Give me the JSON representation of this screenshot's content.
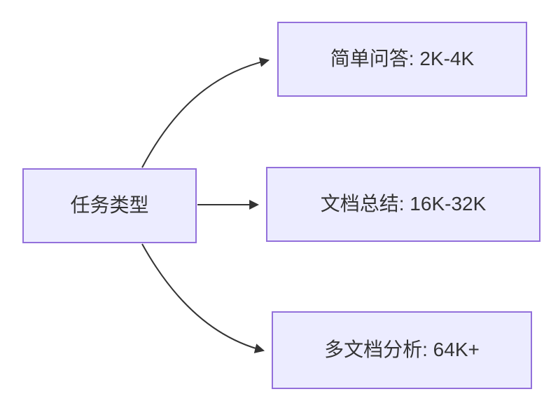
{
  "diagram": {
    "type": "flowchart",
    "direction": "left-to-right",
    "root_node": {
      "id": "task-type",
      "label": "任务类型"
    },
    "leaf_nodes": [
      {
        "id": "simple-qa",
        "label": "简单问答: 2K-4K"
      },
      {
        "id": "doc-summary",
        "label": "文档总结: 16K-32K"
      },
      {
        "id": "multi-doc-analysis",
        "label": "多文档分析: 64K+"
      }
    ],
    "edges": [
      {
        "from": "任务类型",
        "to": "简单问答: 2K-4K",
        "arrow": "filled-triangle"
      },
      {
        "from": "任务类型",
        "to": "文档总结: 16K-32K",
        "arrow": "filled-triangle"
      },
      {
        "from": "任务类型",
        "to": "多文档分析: 64K+",
        "arrow": "filled-triangle"
      }
    ],
    "colors": {
      "node_fill": "#ECECFF",
      "node_border": "#9370DB",
      "edge_stroke": "#333333",
      "text": "#333333",
      "background": "#ffffff"
    }
  }
}
